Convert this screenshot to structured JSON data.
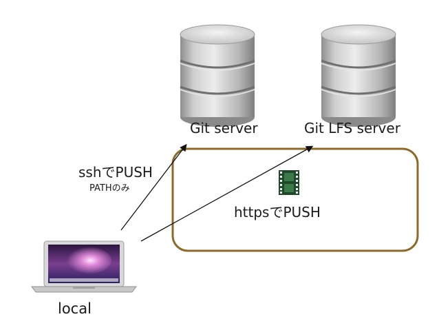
{
  "servers": [
    {
      "id": "git",
      "label": "Git server"
    },
    {
      "id": "lfs",
      "label": "Git LFS server"
    }
  ],
  "connections": {
    "ssh_label": "sshでPUSH",
    "ssh_note": "PATHのみ",
    "https_label": "httpsでPUSH"
  },
  "client": {
    "label": "local"
  },
  "colors": {
    "box_border": "#8c6a2a",
    "arrow": "#111111",
    "server_body": "#b9b9b9",
    "film": "#1f4a2a"
  },
  "icons": {
    "server": "database-icon",
    "film": "film-strip-icon",
    "laptop": "laptop-icon"
  }
}
